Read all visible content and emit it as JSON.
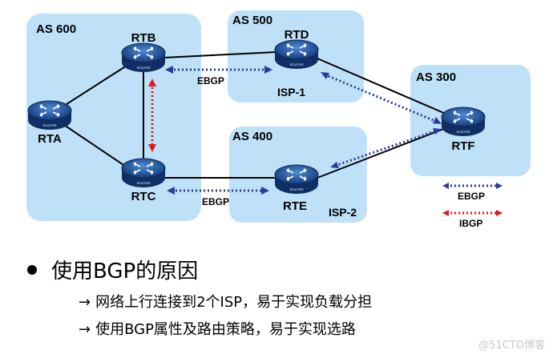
{
  "as_regions": [
    {
      "id": "as600",
      "label": "AS 600"
    },
    {
      "id": "as500",
      "label": "AS 500"
    },
    {
      "id": "as400",
      "label": "AS 400"
    },
    {
      "id": "as300",
      "label": "AS 300"
    }
  ],
  "isp_labels": {
    "isp1": "ISP-1",
    "isp2": "ISP-2"
  },
  "routers": {
    "rta": {
      "name": "RTA",
      "badge": "ROUTER"
    },
    "rtb": {
      "name": "RTB",
      "badge": "ROUTER"
    },
    "rtc": {
      "name": "RTC",
      "badge": "ROUTER"
    },
    "rtd": {
      "name": "RTD",
      "badge": "ROUTER"
    },
    "rte": {
      "name": "RTE",
      "badge": "ROUTER"
    },
    "rtf": {
      "name": "RTF",
      "badge": "ROUTER"
    }
  },
  "links": {
    "ebgp_top": "EBGP",
    "ebgp_bottom": "EBGP"
  },
  "legend": {
    "ebgp": "EBGP",
    "ibgp": "IBGP"
  },
  "colors": {
    "region_fill": "#bfe1f7",
    "ebgp": "#2a3aa0",
    "ibgp": "#e0191a",
    "router_body": "#1f4f9a"
  },
  "bullet": {
    "title": "使用BGP的原因",
    "items": [
      "网络上行连接到2个ISP，易于实现负载分担",
      "使用BGP属性及路由策略，易于实现选路"
    ],
    "arrow": "→"
  },
  "watermark": "@51CTO博客"
}
